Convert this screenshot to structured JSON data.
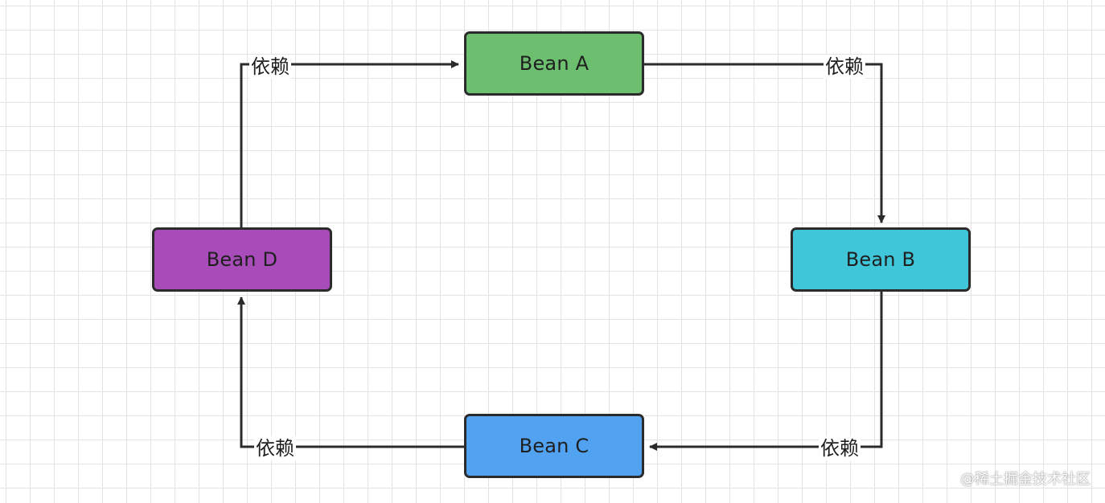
{
  "diagram": {
    "nodes": [
      {
        "id": "a",
        "label": "Bean A",
        "color": "#6cbf6e"
      },
      {
        "id": "b",
        "label": "Bean B",
        "color": "#40c6d9"
      },
      {
        "id": "c",
        "label": "Bean C",
        "color": "#52a2f2"
      },
      {
        "id": "d",
        "label": "Bean D",
        "color": "#a74cb8"
      }
    ],
    "edges": [
      {
        "from": "d",
        "to": "a",
        "label": "依赖"
      },
      {
        "from": "a",
        "to": "b",
        "label": "依赖"
      },
      {
        "from": "b",
        "to": "c",
        "label": "依赖"
      },
      {
        "from": "c",
        "to": "d",
        "label": "依赖"
      }
    ],
    "line_color": "#2b2b2b",
    "grid_color": "#e3e3e3"
  },
  "watermark": "@稀土掘金技术社区"
}
